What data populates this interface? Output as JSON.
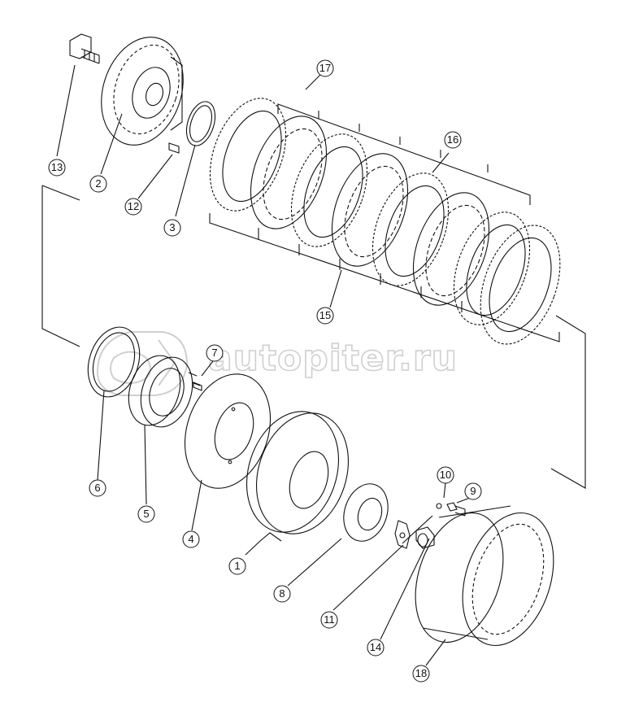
{
  "watermark": {
    "text": "autopiter.ru"
  },
  "callouts": [
    "1",
    "2",
    "3",
    "4",
    "5",
    "6",
    "7",
    "8",
    "9",
    "10",
    "11",
    "12",
    "13",
    "14",
    "15",
    "16",
    "17",
    "18"
  ],
  "colors": {
    "line": "#111111",
    "watermark": "#cfcfcf",
    "background": "#ffffff"
  }
}
